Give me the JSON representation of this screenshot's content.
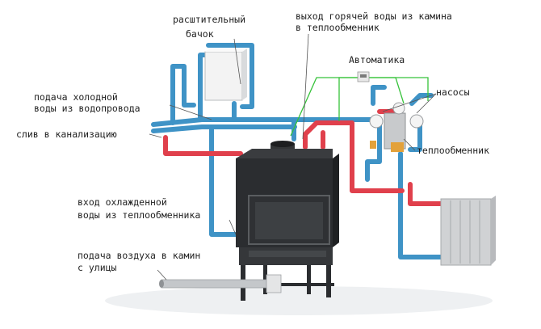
{
  "labels": {
    "expansion_tank_1": "расштительный",
    "expansion_tank_2": "бачок",
    "hot_water_out_1": "выход горячей  воды из камина",
    "hot_water_out_2": "в теплообменник",
    "automation": "Автоматика",
    "pumps": "насосы",
    "cold_water_1": "подача холодной",
    "cold_water_2": "воды из водопровода",
    "drain": "слив  в канализацию",
    "heat_exchanger": "теплообменник",
    "cooled_water_1": "вход охлажденной",
    "cooled_water_2": "воды из теплообменника",
    "air_supply_1": "подача воздуха в камин",
    "air_supply_2": "с улицы"
  },
  "colors": {
    "cold_pipe": "#3f93c6",
    "hot_pipe": "#e0404c",
    "automation_wire": "#36c23a",
    "fireplace_body": "#2b2d30",
    "radiator": "#cfd1d3",
    "tank": "#f2f2f2",
    "label_text": "#1f1f1f",
    "leader_line": "#555555"
  }
}
